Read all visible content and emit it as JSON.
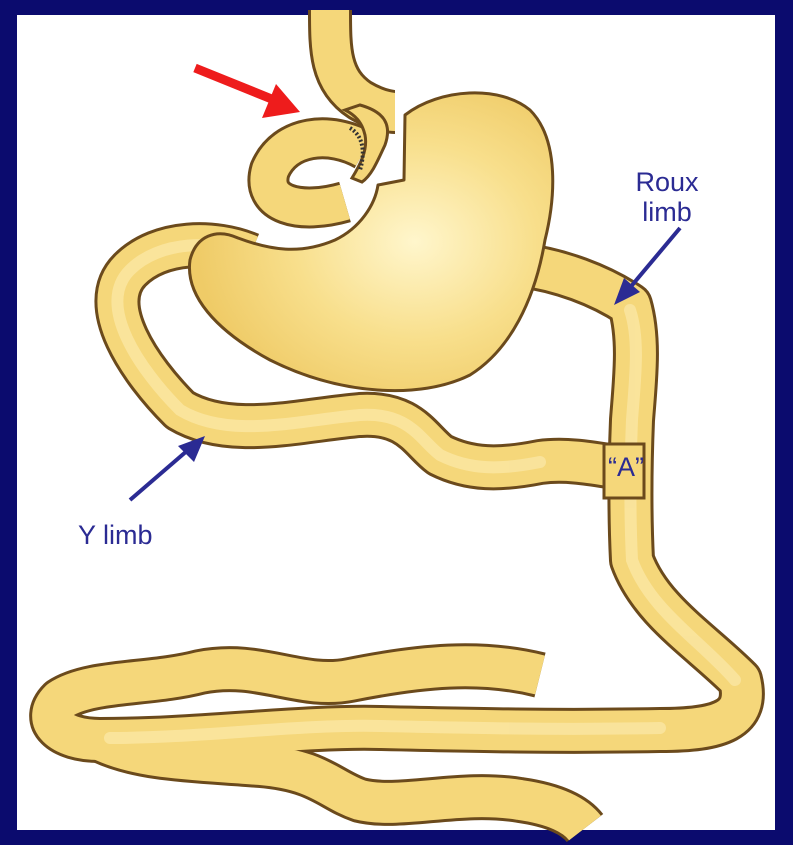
{
  "labels": {
    "roux_line1": "Roux",
    "roux_line2": "limb",
    "y_limb": "Y limb",
    "a_marker": "“A”"
  },
  "colors": {
    "background": "#0b0b6e",
    "panel": "#ffffff",
    "tissue_fill": "#f5d77a",
    "tissue_highlight": "#fff3c0",
    "tissue_outline": "#6b4a1c",
    "label_text": "#2b2b93",
    "pointer_arrow": "#2b2b93",
    "highlight_arrow": "#ee1c1c"
  },
  "icons": {
    "red_arrow": "arrow-down-right",
    "roux_pointer": "arrow-down-left",
    "y_pointer": "arrow-up-right",
    "staple_line": "staple-suture"
  }
}
